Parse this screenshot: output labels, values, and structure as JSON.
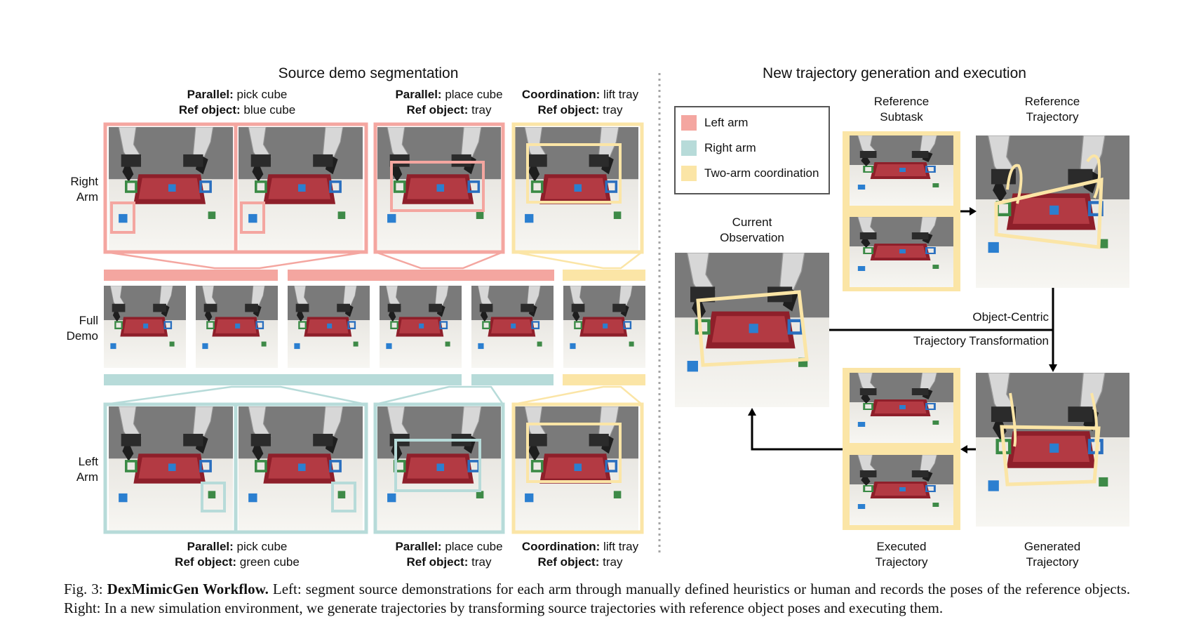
{
  "left_title": "Source demo segmentation",
  "right_title": "New trajectory generation and execution",
  "top_captions": [
    {
      "k1": "Parallel:",
      "v1": "pick cube",
      "k2": "Ref object:",
      "v2": "blue cube"
    },
    {
      "k1": "Parallel:",
      "v1": "place cube",
      "k2": "Ref object:",
      "v2": "tray"
    },
    {
      "k1": "Coordination:",
      "v1": "lift tray",
      "k2": "Ref object:",
      "v2": "tray"
    }
  ],
  "bottom_captions": [
    {
      "k1": "Parallel:",
      "v1": "pick cube",
      "k2": "Ref object:",
      "v2": "green cube"
    },
    {
      "k1": "Parallel:",
      "v1": "place cube",
      "k2": "Ref object:",
      "v2": "tray"
    },
    {
      "k1": "Coordination:",
      "v1": "lift tray",
      "k2": "Ref object:",
      "v2": "tray"
    }
  ],
  "row_labels": {
    "right_arm": [
      "Right",
      "Arm"
    ],
    "full_demo": [
      "Full",
      "Demo"
    ],
    "left_arm": [
      "Left",
      "Arm"
    ]
  },
  "legend": [
    {
      "label": "Left arm",
      "color": "#f4a6a0"
    },
    {
      "label": "Right arm",
      "color": "#b7dbd9"
    },
    {
      "label": "Two-arm coordination",
      "color": "#fbe5a6"
    }
  ],
  "labels": {
    "reference_subtask": [
      "Reference",
      "Subtask"
    ],
    "reference_trajectory": [
      "Reference",
      "Trajectory"
    ],
    "current_observation": [
      "Current",
      "Observation"
    ],
    "transform_1": "Object-Centric",
    "transform_2": "Trajectory Transformation",
    "executed_trajectory": [
      "Executed",
      "Trajectory"
    ],
    "generated_trajectory": [
      "Generated",
      "Trajectory"
    ]
  },
  "colors": {
    "left_arm": "#f4a6a0",
    "right_arm": "#b7dbd9",
    "coordination": "#fbe5a6"
  },
  "caption": {
    "prefix": "Fig. 3:",
    "bold": "DexMimicGen Workflow.",
    "text": "Left: segment source demonstrations for each arm through manually defined heuristics or human and records the poses of the reference objects. Right: In a new simulation environment, we generate trajectories by transforming source trajectories with reference object poses and executing them."
  }
}
